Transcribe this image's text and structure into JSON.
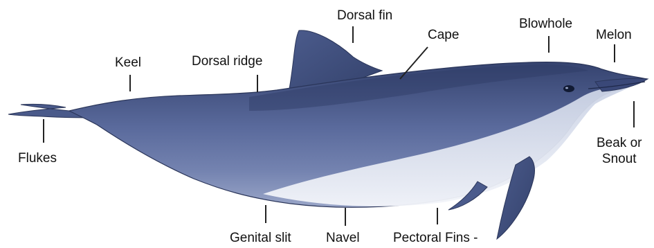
{
  "colors": {
    "body_dark": "#3f4f7e",
    "body_mid": "#5b6c9e",
    "belly_light": "#dfe5f0",
    "outline": "#2a3559",
    "leader": "#222222"
  },
  "labels": {
    "dorsal_fin": "Dorsal fin",
    "cape": "Cape",
    "blowhole": "Blowhole",
    "melon": "Melon",
    "keel": "Keel",
    "dorsal_ridge": "Dorsal ridge",
    "flukes": "Flukes",
    "beak_line1": "Beak or",
    "beak_line2": "Snout",
    "genital_slit": "Genital slit",
    "navel": "Navel",
    "pectoral_fins": "Pectoral Fins -"
  }
}
